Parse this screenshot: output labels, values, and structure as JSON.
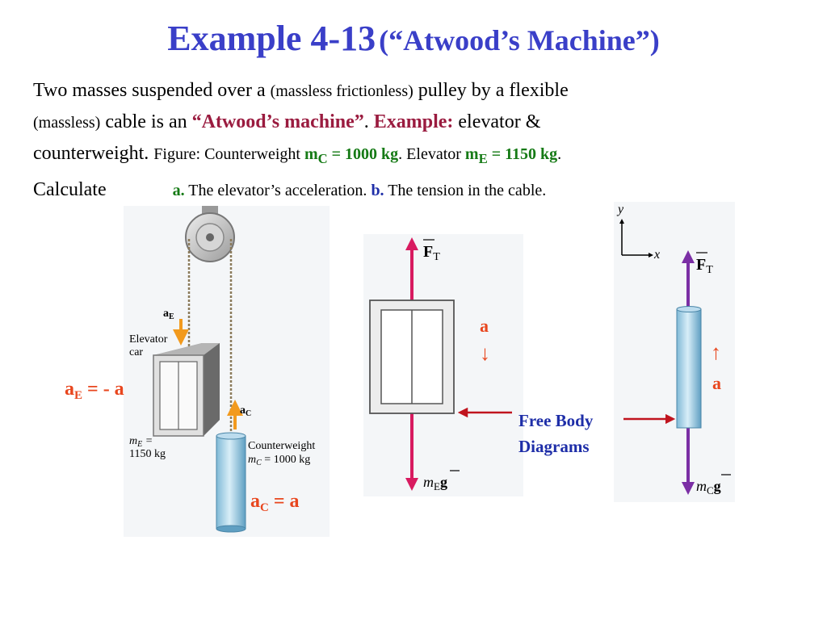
{
  "title": {
    "main": "Example 4-13",
    "sub": "(“Atwood’s Machine”)"
  },
  "body": {
    "p1": "Two masses suspended over a ",
    "p1_small": "(massless frictionless)",
    "p1_end": " pulley by a flexible",
    "p2_small": "(massless)",
    "p2": " cable is an ",
    "atwood": "“Atwood’s machine”",
    "dot1": ". ",
    "example_label": "Example:",
    "example_text": " elevator &",
    "p3": "counterweight. ",
    "figure_prefix": "Figure: Counterweight ",
    "mc_label": "m",
    "mc_sub": "C",
    "mc_value": " = 1000 kg",
    "elevator_word": ". Elevator ",
    "me_label": "m",
    "me_sub": "E",
    "me_value": " = 1150 kg",
    "period": ".",
    "calculate": "Calculate",
    "a_label": "a.",
    "a_text": " The elevator’s acceleration. ",
    "b_label": "b.",
    "b_text": " The tension in the cable."
  },
  "figure_left": {
    "ae_vec": "a",
    "ae_sub": "E",
    "elevator_line1": "Elevator",
    "elevator_line2": "car",
    "ac_vec": "a",
    "ac_sub": "C",
    "me_line1": "m",
    "me_sub": "E",
    "me_eq": " =",
    "me_line2": "1150 kg",
    "cw_line1": "Counterweight",
    "cw_m": "m",
    "cw_sub": "C",
    "cw_eq": " = 1000 kg"
  },
  "annotations": {
    "ae_eq_a": "a",
    "ae_eq_sub": "E",
    "ae_eq_rest": " = - a",
    "ac_eq_a": "a",
    "ac_eq_sub": "C",
    "ac_eq_rest": " = a",
    "elev_acc_label": "a",
    "elev_acc_arrow": "↓",
    "cw_acc_arrow": "↑",
    "cw_acc_label": "a",
    "fbd_line1": "Free Body",
    "fbd_line2": "Diagrams"
  },
  "fbd_elevator": {
    "ft_label": "F",
    "ft_sub": "T",
    "mg_m": "m",
    "mg_sub": "E",
    "mg_g": "g"
  },
  "fbd_counterweight": {
    "y_axis": "y",
    "x_axis": "x",
    "ft_label": "F",
    "ft_sub": "T",
    "mg_m": "m",
    "mg_sub": "C",
    "mg_g": "g"
  },
  "colors": {
    "title": "#3a3fc8",
    "emphasis_red": "#9a1b3f",
    "emphasis_green": "#157a15",
    "annotation_orange": "#e8461e",
    "fbd_blue": "#1e2ea8",
    "elevator_force": "#d81b60",
    "counterweight_force": "#7b2fa5",
    "acceleration_arrow": "#f29a1d"
  }
}
